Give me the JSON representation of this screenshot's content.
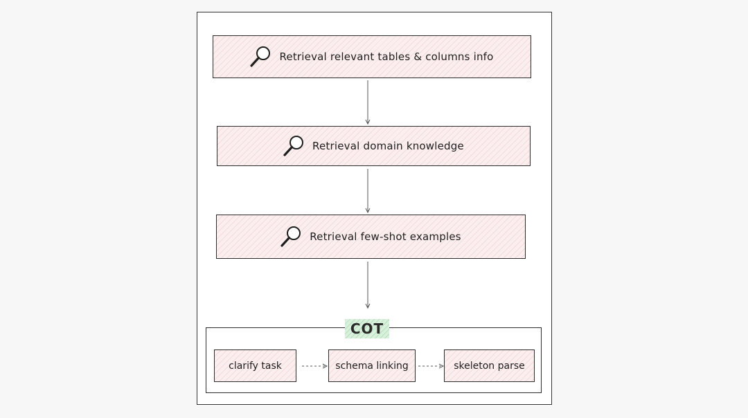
{
  "steps": [
    {
      "label": "Retrieval relevant tables & columns info",
      "icon": "magnifier-icon"
    },
    {
      "label": "Retrieval domain knowledge",
      "icon": "magnifier-icon"
    },
    {
      "label": "Retrieval few-shot examples",
      "icon": "magnifier-icon"
    }
  ],
  "cot": {
    "title": "COT",
    "title_color": "#d9f0dc",
    "steps": [
      {
        "label": "clarify task"
      },
      {
        "label": "schema linking"
      },
      {
        "label": "skeleton parse"
      }
    ]
  },
  "colors": {
    "step_fill": "#fbeeee",
    "stroke": "#2b2b2b"
  }
}
